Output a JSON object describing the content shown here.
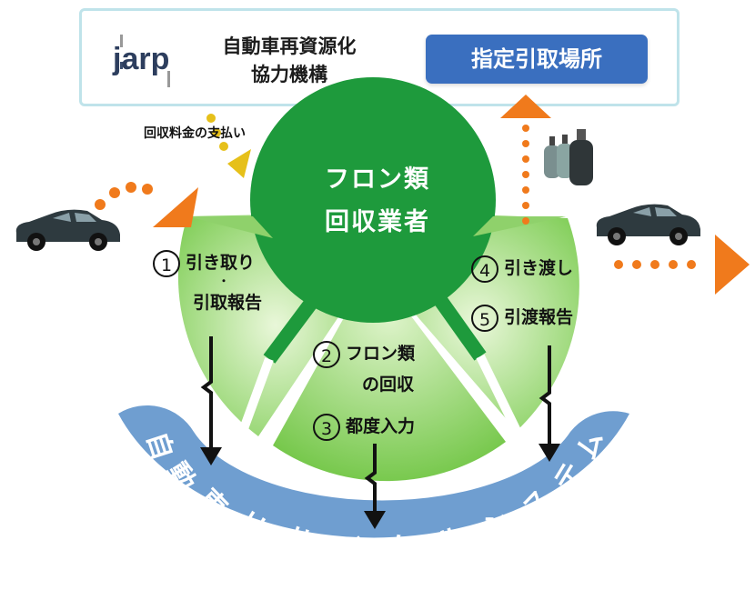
{
  "header": {
    "logo_text": "jarp",
    "org_name_line1": "自動車再資源化",
    "org_name_line2": "協力機構",
    "designated_site": "指定引取場所"
  },
  "payment_label": "回収料金の支払い",
  "center": {
    "line1": "フロン類",
    "line2": "回収業者"
  },
  "steps": {
    "step1_number": "1",
    "step1_line1": "引き取り",
    "step1_dot": "・",
    "step1_line2": "引取報告",
    "step2_number": "2",
    "step2_line1": "フロン類",
    "step2_line2": "の回収",
    "step3_number": "3",
    "step3_line1": "都度入力",
    "step4_number": "4",
    "step4_line1": "引き渡し",
    "step5_number": "5",
    "step5_line1": "引渡報告"
  },
  "system_band": {
    "chars": [
      "自",
      "動",
      "車",
      "リ",
      "サ",
      "イ",
      "ク",
      "ル",
      "シ",
      "ス",
      "テ",
      "ム"
    ]
  },
  "colors": {
    "header_border": "#bfe3ea",
    "badge": "#3a6fbf",
    "center_green": "#1e9a3c",
    "light_green": "#8fd16b",
    "band_blue": "#6f9ed0",
    "arrow_orange": "#f07a1c",
    "payment_arrow": "#e6c01a"
  },
  "icons": {
    "left_car": "car-icon",
    "right_car": "car-icon",
    "cylinders": "gas-cylinders-icon"
  }
}
